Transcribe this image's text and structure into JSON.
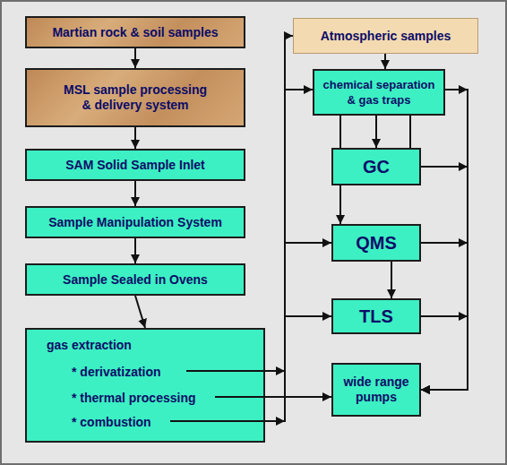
{
  "diagram": {
    "nodes": [
      {
        "text": [
          "Martian rock & soil samples"
        ]
      },
      {
        "text": [
          "MSL sample processing & delivery system"
        ]
      },
      {
        "text": [
          "SAM Solid Sample Inlet"
        ]
      },
      {
        "text": [
          "Sample Manipulation System"
        ]
      },
      {
        "text": [
          "Sample Sealed in Ovens"
        ]
      },
      {
        "text": [
          "gas extraction",
          "* derivatization",
          "* thermal processing",
          "* combustion"
        ]
      },
      {
        "text": [
          "Atmospheric samples"
        ]
      },
      {
        "text": [
          "chemical separation & gas traps"
        ]
      },
      {
        "text": [
          "GC"
        ]
      },
      {
        "text": [
          "QMS"
        ]
      },
      {
        "text": [
          "TLS"
        ]
      },
      {
        "text": [
          "wide range pumps"
        ]
      }
    ],
    "edges": [
      {
        "from": 0,
        "to": 1,
        "arrow": "to"
      },
      {
        "from": 1,
        "to": 2,
        "arrow": "to"
      },
      {
        "from": 2,
        "to": 3,
        "arrow": "to"
      },
      {
        "from": 3,
        "to": 4,
        "arrow": "to"
      },
      {
        "from": 4,
        "to": 5,
        "arrow": "to"
      },
      {
        "from": 6,
        "to": 7,
        "arrow": "to"
      },
      {
        "from": 5,
        "to": 6,
        "arrow": "to"
      },
      {
        "from": 5,
        "to": 7,
        "arrow": "to"
      },
      {
        "from": 5,
        "to": 9,
        "arrow": "to"
      },
      {
        "from": 5,
        "to": 10,
        "arrow": "to"
      },
      {
        "from": 5,
        "to": 11,
        "arrow": "to"
      },
      {
        "from": 7,
        "to": 8,
        "arrow": "to"
      },
      {
        "from": 8,
        "to": 9,
        "arrow": "to"
      },
      {
        "from": 9,
        "to": 10,
        "arrow": "to"
      },
      {
        "from": 7,
        "to": 11,
        "arrow": "to"
      },
      {
        "from": 8,
        "to": 11,
        "arrow": "to"
      },
      {
        "from": 9,
        "to": 11,
        "arrow": "to"
      },
      {
        "from": 10,
        "to": 11,
        "arrow": "to"
      }
    ]
  }
}
